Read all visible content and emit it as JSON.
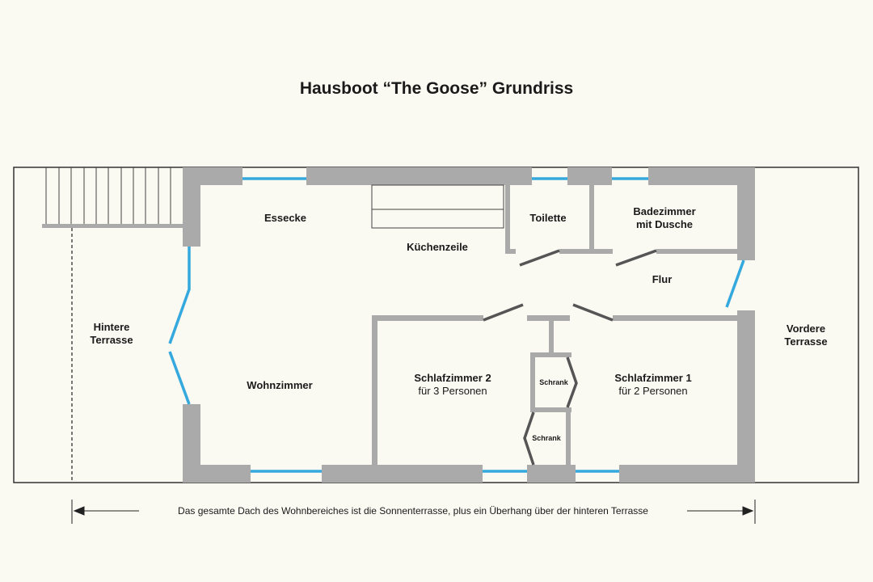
{
  "title": "Hausboot “The Goose” Grundriss",
  "rooms": {
    "essecke": "Essecke",
    "kuechenzeile": "Küchenzeile",
    "toilette": "Toilette",
    "bad_line1": "Badezimmer",
    "bad_line2": "mit Dusche",
    "flur": "Flur",
    "hintere_line1": "Hintere",
    "hintere_line2": "Terrasse",
    "vordere_line1": "Vordere",
    "vordere_line2": "Terrasse",
    "wohnzimmer": "Wohnzimmer",
    "schlaf2_name": "Schlafzimmer 2",
    "schlaf2_sub": "für 3 Personen",
    "schlaf1_name": "Schlafzimmer 1",
    "schlaf1_sub": "für 2 Personen",
    "schrank1": "Schrank",
    "schrank2": "Schrank"
  },
  "footnote": "Das gesamte Dach des Wohnbereiches ist die Sonnenterrasse, plus ein Überhang über der hinteren Terrasse",
  "colors": {
    "wall": "#aaaaaa",
    "window": "#35a9dd",
    "door": "#555555",
    "background": "#faf9f2"
  }
}
